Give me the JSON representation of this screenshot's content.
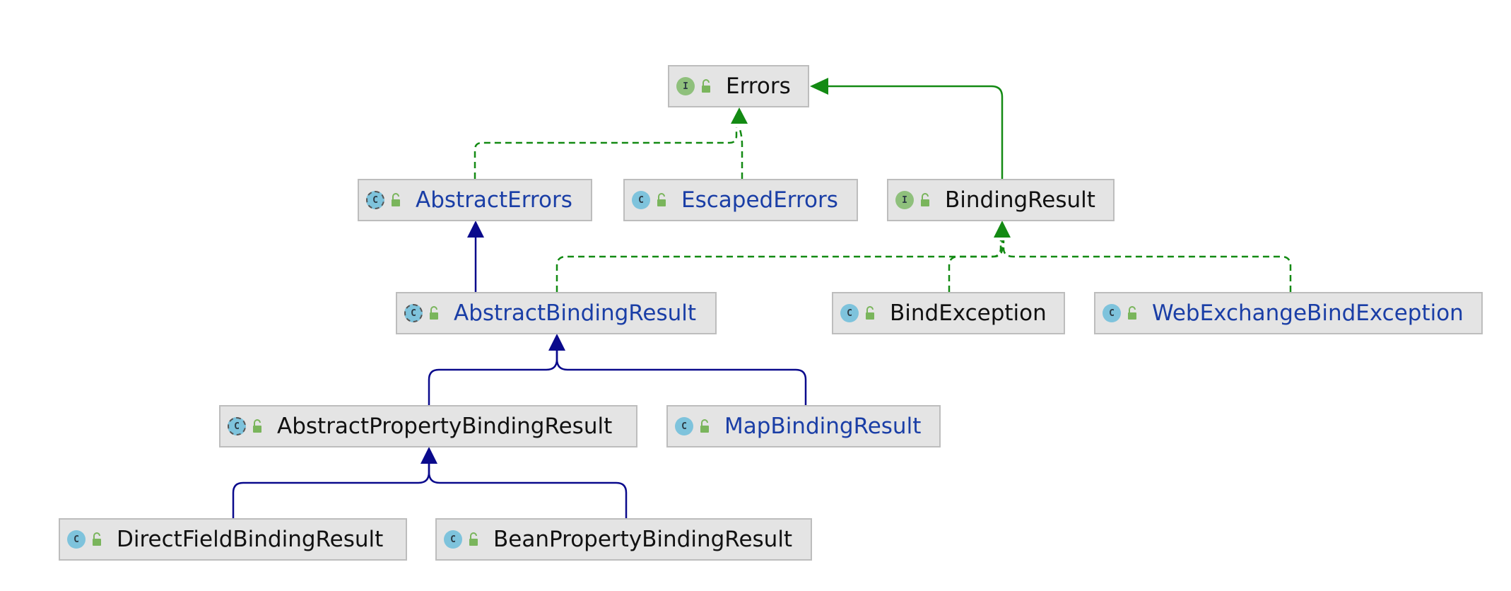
{
  "colors": {
    "implements_edge": "#138a13",
    "extends_edge": "#0a0a8c",
    "node_fill": "#e4e4e4",
    "node_border": "#bdbdbd",
    "interface_icon": "#8fc07c",
    "class_icon": "#7ec3dc",
    "blue_label": "#1a3ea6",
    "black_label": "#111111"
  },
  "nodes": {
    "errors": {
      "label": "Errors",
      "kind_letter": "I",
      "kind": "interface"
    },
    "abstractErrors": {
      "label": "AbstractErrors",
      "kind_letter": "C",
      "kind": "abstract-class"
    },
    "escapedErrors": {
      "label": "EscapedErrors",
      "kind_letter": "C",
      "kind": "class"
    },
    "bindingResult": {
      "label": "BindingResult",
      "kind_letter": "I",
      "kind": "interface"
    },
    "abstractBindingResult": {
      "label": "AbstractBindingResult",
      "kind_letter": "C",
      "kind": "abstract-class"
    },
    "bindException": {
      "label": "BindException",
      "kind_letter": "C",
      "kind": "class"
    },
    "webExchangeBindException": {
      "label": "WebExchangeBindException",
      "kind_letter": "C",
      "kind": "class"
    },
    "abstractPropertyBindingResult": {
      "label": "AbstractPropertyBindingResult",
      "kind_letter": "C",
      "kind": "abstract-class"
    },
    "mapBindingResult": {
      "label": "MapBindingResult",
      "kind_letter": "C",
      "kind": "class"
    },
    "directFieldBindingResult": {
      "label": "DirectFieldBindingResult",
      "kind_letter": "C",
      "kind": "class"
    },
    "beanPropertyBindingResult": {
      "label": "BeanPropertyBindingResult",
      "kind_letter": "C",
      "kind": "class"
    }
  },
  "edges": [
    {
      "from": "abstractErrors",
      "to": "errors",
      "type": "implements"
    },
    {
      "from": "escapedErrors",
      "to": "errors",
      "type": "implements"
    },
    {
      "from": "bindingResult",
      "to": "errors",
      "type": "extends-interface"
    },
    {
      "from": "abstractBindingResult",
      "to": "abstractErrors",
      "type": "extends"
    },
    {
      "from": "abstractBindingResult",
      "to": "bindingResult",
      "type": "implements"
    },
    {
      "from": "bindException",
      "to": "bindingResult",
      "type": "implements"
    },
    {
      "from": "webExchangeBindException",
      "to": "bindingResult",
      "type": "implements"
    },
    {
      "from": "abstractPropertyBindingResult",
      "to": "abstractBindingResult",
      "type": "extends"
    },
    {
      "from": "mapBindingResult",
      "to": "abstractBindingResult",
      "type": "extends"
    },
    {
      "from": "directFieldBindingResult",
      "to": "abstractPropertyBindingResult",
      "type": "extends"
    },
    {
      "from": "beanPropertyBindingResult",
      "to": "abstractPropertyBindingResult",
      "type": "extends"
    }
  ]
}
